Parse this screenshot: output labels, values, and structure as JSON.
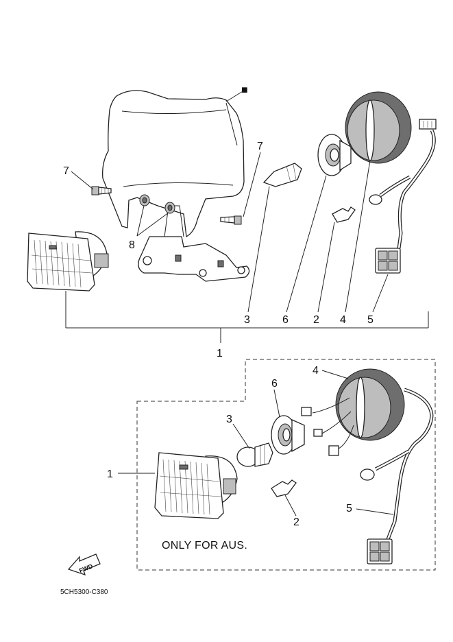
{
  "diagram_code": "5CH5300-C380",
  "note": "ONLY FOR AUS.",
  "arrow_label": "FWD",
  "marker_symbol": "■",
  "top_callouts": {
    "c7_left": "7",
    "c7_right": "7",
    "c8": "8",
    "c3": "3",
    "c6": "6",
    "c2": "2",
    "c4": "4",
    "c5": "5",
    "c1": "1"
  },
  "bottom_callouts": {
    "c1": "1",
    "c2": "2",
    "c3": "3",
    "c4": "4",
    "c5": "5",
    "c6": "6"
  },
  "colors": {
    "line": "#222222",
    "shade": "#bdbdbd",
    "dark": "#6e6e6e"
  }
}
